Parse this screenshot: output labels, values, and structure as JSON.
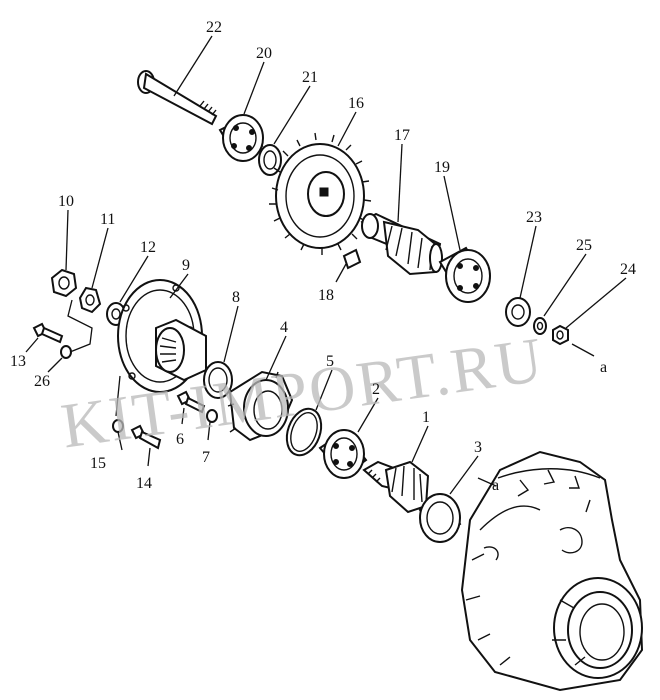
{
  "watermark": "KIT-IMPORT.RU",
  "parts": [
    {
      "id": "p22",
      "number": "22",
      "name": "shaft-bolt"
    },
    {
      "id": "p20",
      "number": "20",
      "name": "bearing"
    },
    {
      "id": "p21",
      "number": "21",
      "name": "spacer-ring"
    },
    {
      "id": "p16",
      "number": "16",
      "name": "spur-gear"
    },
    {
      "id": "p17",
      "number": "17",
      "name": "pinion-gear"
    },
    {
      "id": "p19",
      "number": "19",
      "name": "bearing"
    },
    {
      "id": "p23",
      "number": "23",
      "name": "bearing"
    },
    {
      "id": "p25",
      "number": "25",
      "name": "washer"
    },
    {
      "id": "p24",
      "number": "24",
      "name": "nut"
    },
    {
      "id": "p10",
      "number": "10",
      "name": "nut"
    },
    {
      "id": "p11",
      "number": "11",
      "name": "lock-washer"
    },
    {
      "id": "p12",
      "number": "12",
      "name": "washer"
    },
    {
      "id": "p9",
      "number": "9",
      "name": "flange-coupling"
    },
    {
      "id": "p8",
      "number": "8",
      "name": "oil-seal"
    },
    {
      "id": "p4",
      "number": "4",
      "name": "bearing-cage"
    },
    {
      "id": "p5",
      "number": "5",
      "name": "o-ring"
    },
    {
      "id": "p2",
      "number": "2",
      "name": "bearing"
    },
    {
      "id": "p1",
      "number": "1",
      "name": "bevel-pinion"
    },
    {
      "id": "p3",
      "number": "3",
      "name": "bearing"
    },
    {
      "id": "p18",
      "number": "18",
      "name": "key"
    },
    {
      "id": "p13",
      "number": "13",
      "name": "bolt"
    },
    {
      "id": "p26",
      "number": "26",
      "name": "washer"
    },
    {
      "id": "p6",
      "number": "6",
      "name": "bolt"
    },
    {
      "id": "p7",
      "number": "7",
      "name": "washer"
    },
    {
      "id": "p15",
      "number": "15",
      "name": "washer"
    },
    {
      "id": "p14",
      "number": "14",
      "name": "bolt"
    }
  ],
  "reference_marks": [
    {
      "id": "a1",
      "text": "a"
    },
    {
      "id": "a2",
      "text": "a"
    }
  ]
}
